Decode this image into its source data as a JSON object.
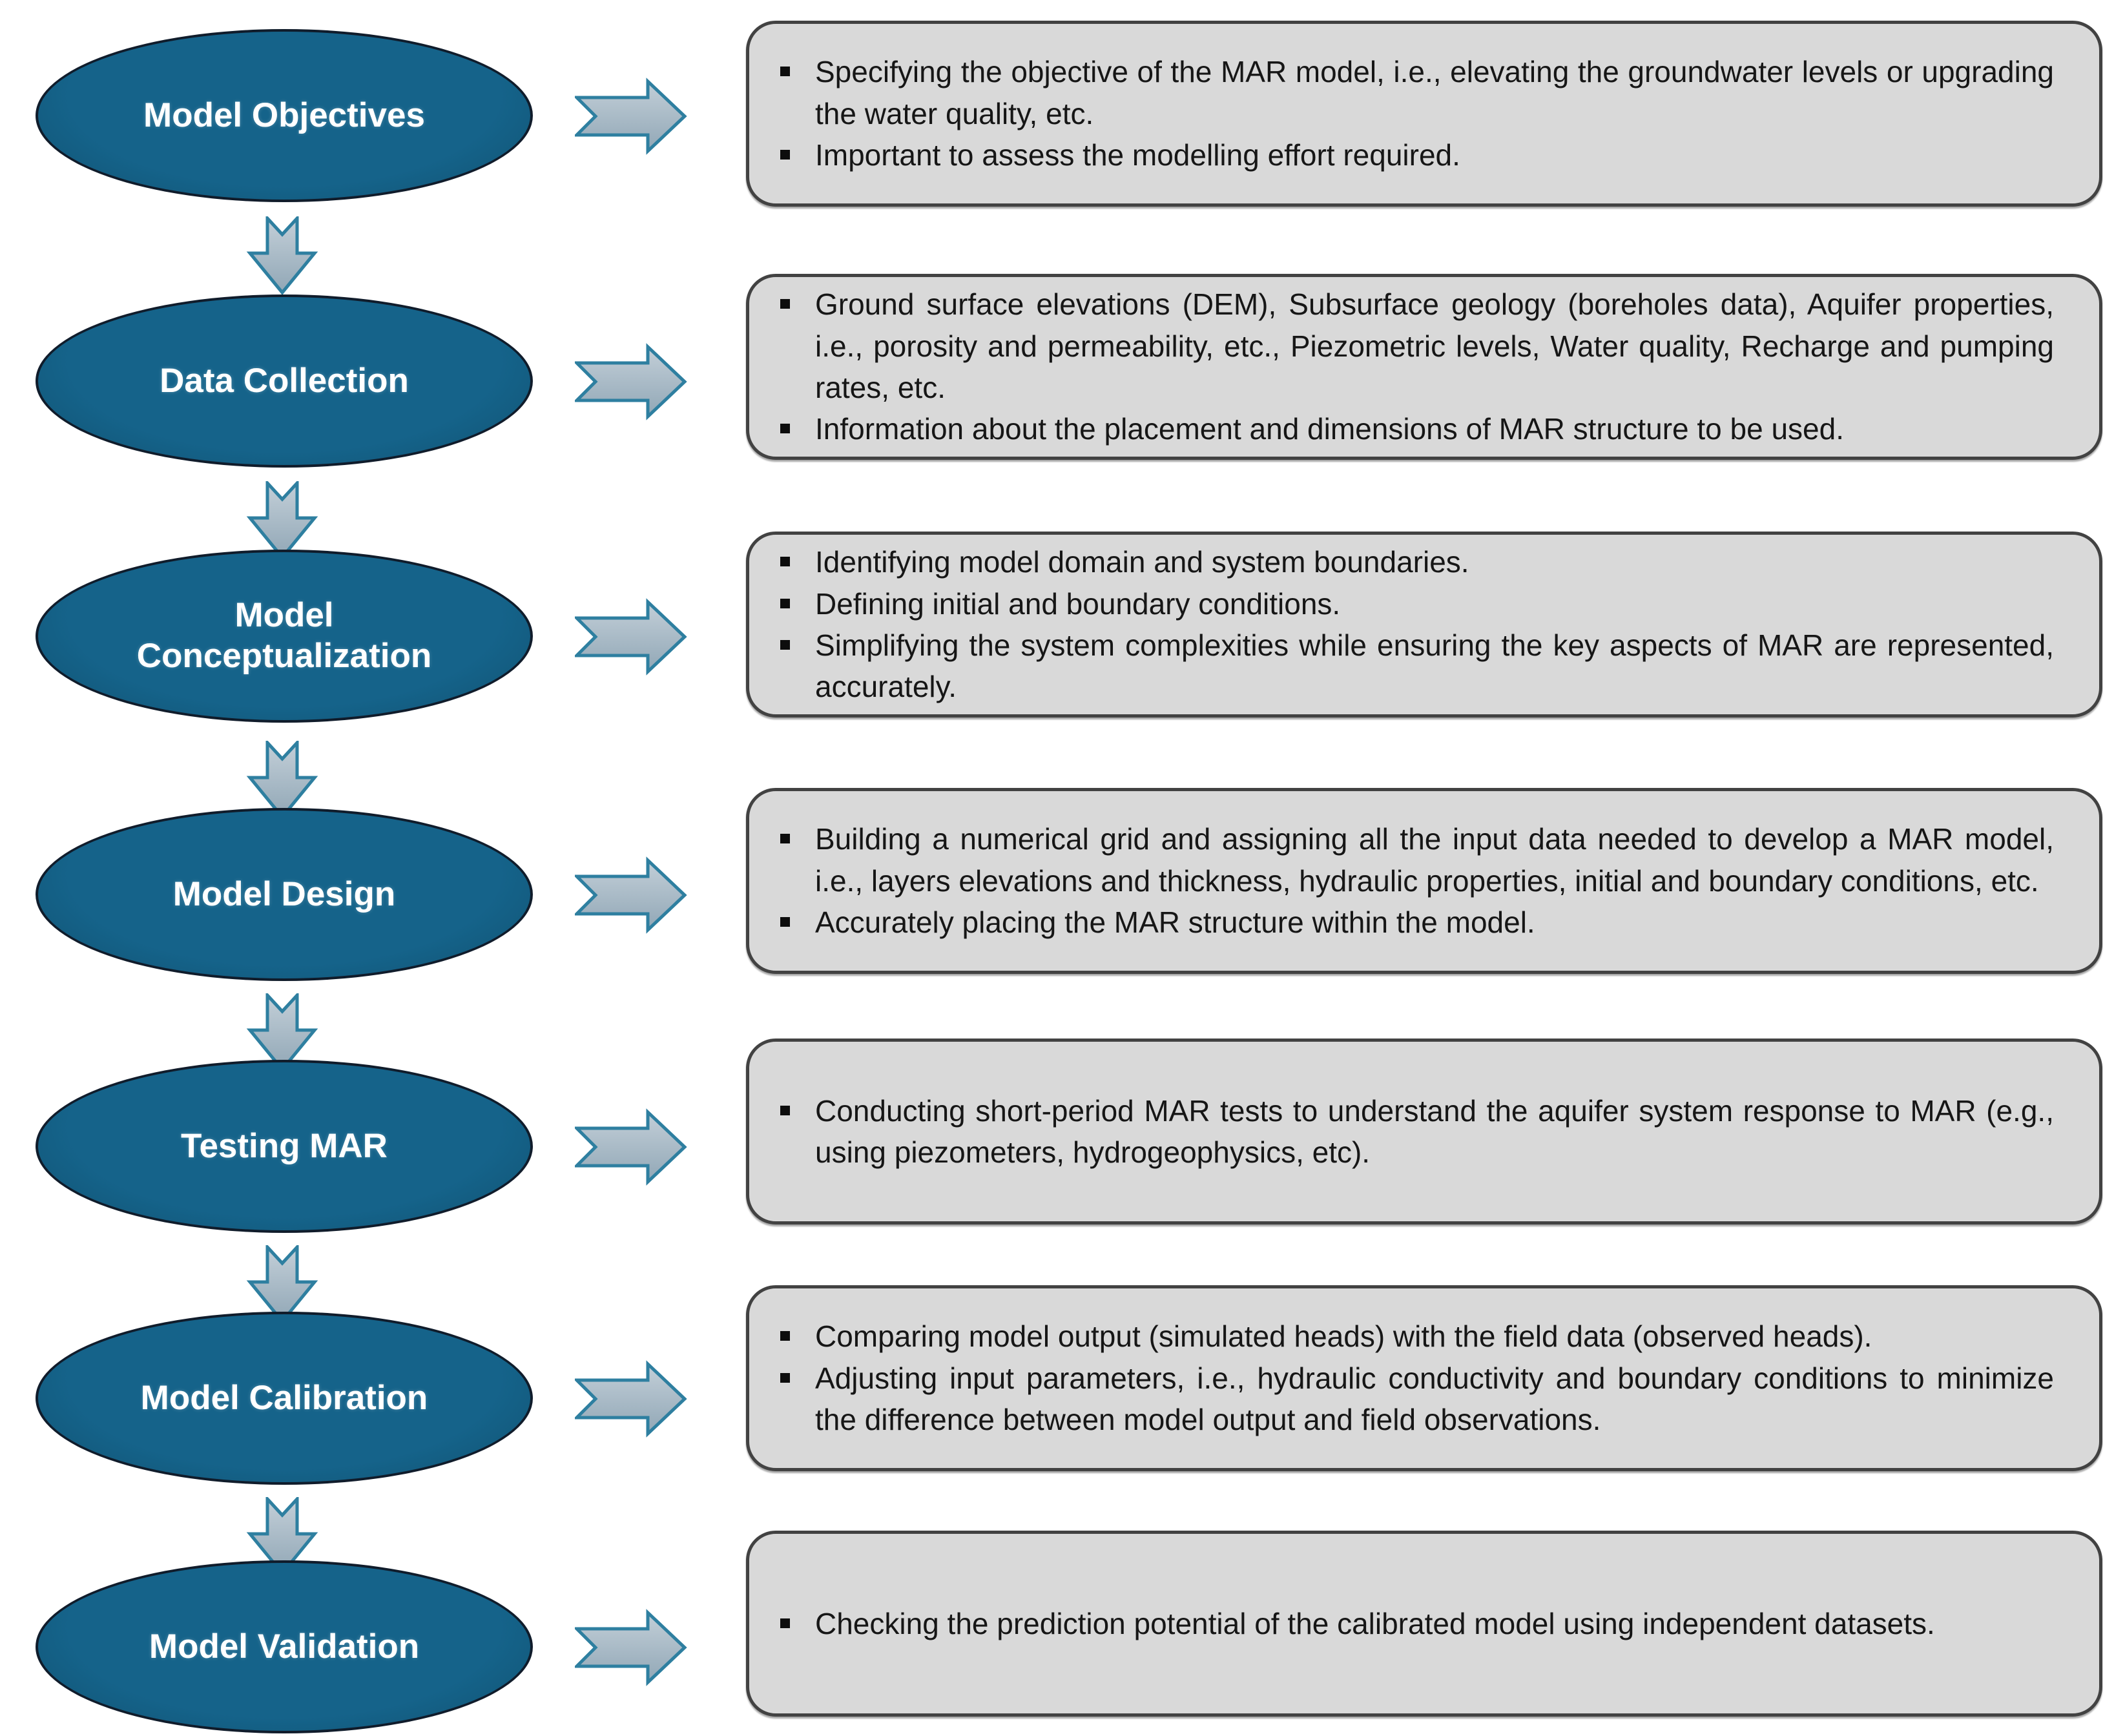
{
  "figure": {
    "background": "#ffffff",
    "bullet_marker": "square-bullet"
  },
  "colors": {
    "background": "#ffffff",
    "ellipse_fill": "#15638a",
    "ellipse_fill_dark": "#0f506f",
    "ellipse_border": "#101c2b",
    "ellipse_text": "#ffffff",
    "box_fill": "#d9d9d9",
    "box_border": "#424242",
    "arrow_fill_light": "#c3cfd8",
    "arrow_fill_dark": "#91a7b6",
    "arrow_border": "#2e7fa0",
    "text": "#161616"
  },
  "icons": {
    "down_arrow": "chevron-down-block-arrow",
    "right_arrow": "chevron-right-block-arrow"
  },
  "steps": [
    {
      "label": "Model Objectives",
      "bullets": [
        "Specifying the objective of the MAR model, i.e., elevating the groundwater levels or upgrading the water quality, etc.",
        "Important to assess the modelling effort required."
      ]
    },
    {
      "label": "Data Collection",
      "bullets": [
        "Ground surface elevations (DEM), Subsurface geology (boreholes data), Aquifer properties, i.e., porosity and permeability, etc., Piezometric levels, Water quality, Recharge and pumping rates, etc.",
        "Information about the placement and dimensions of MAR structure to be used."
      ]
    },
    {
      "label": "Model Conceptualization",
      "bullets": [
        "Identifying model domain and system boundaries.",
        "Defining initial and boundary conditions.",
        "Simplifying the system complexities while ensuring the key aspects of MAR are represented, accurately."
      ]
    },
    {
      "label": "Model Design",
      "bullets": [
        "Building a numerical grid and assigning all the input data needed to develop a MAR model, i.e., layers elevations and thickness, hydraulic properties, initial and boundary conditions, etc.",
        "Accurately placing the MAR structure within the model."
      ]
    },
    {
      "label": "Testing MAR",
      "bullets": [
        "Conducting short-period MAR tests to understand the aquifer system response to MAR (e.g., using piezometers, hydrogeophysics, etc)."
      ]
    },
    {
      "label": "Model Calibration",
      "bullets": [
        "Comparing model output (simulated heads) with the field data (observed heads).",
        "Adjusting input parameters, i.e., hydraulic conductivity and boundary conditions to minimize the difference between model output and field observations."
      ]
    },
    {
      "label": "Model Validation",
      "bullets": [
        "Checking the prediction potential of the calibrated model using independent datasets."
      ]
    }
  ]
}
